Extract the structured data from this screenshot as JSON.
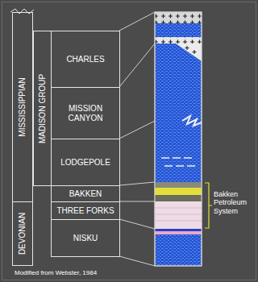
{
  "diagram": {
    "caption": "Modified from Webster, 1984",
    "nodes": [
      {
        "text": [
          "MISSISSIPPIAN"
        ]
      },
      {
        "text": [
          "DEVONIAN"
        ]
      },
      {
        "text": [
          "MADISON GROUP"
        ]
      },
      {
        "text": [
          "CHARLES"
        ]
      },
      {
        "text": [
          "MISSION CANYON"
        ]
      },
      {
        "text": [
          "LODGEPOLE"
        ]
      },
      {
        "text": [
          "BAKKEN"
        ]
      },
      {
        "text": [
          "THREE FORKS"
        ]
      },
      {
        "text": [
          "NISKU"
        ]
      }
    ],
    "labels": [
      "Bakken Petroleum System"
    ]
  }
}
